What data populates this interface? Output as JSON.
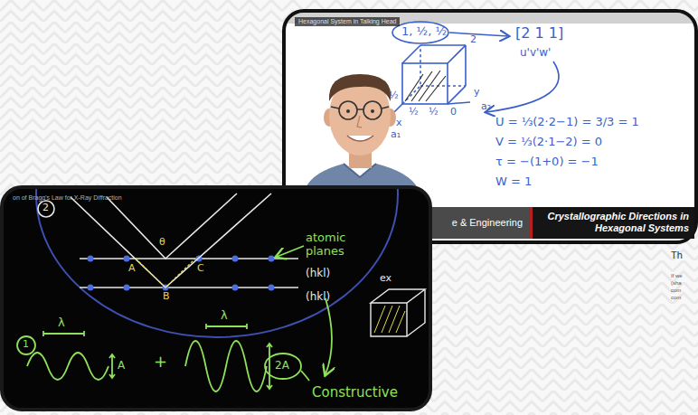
{
  "diagram": {
    "nodes": [
      {
        "text": [
          "Hexagonal System in Talking Head"
        ]
      },
      {
        "text": [
          "e & Engineering",
          "Crystallographic Directions in Hexagonal Systems"
        ],
        "in": 0
      },
      {
        "text": [
          "on of Bragg's Law for X-Ray Diffraction"
        ]
      }
    ],
    "labels": [
      "1, ½, ½",
      "2",
      "[2 1 1]",
      "u'v'w'",
      "½",
      "½",
      "½",
      "0",
      "x",
      "a₁",
      "y",
      "a₂",
      "U = ⅓(2·2−1) = 3/3 = 1",
      "V = ⅓(2·1−2) = 0",
      "τ = −(1+0) = −1",
      "W = 1",
      "2",
      "θ",
      "A",
      "B",
      "C",
      "atomic planes",
      "(hkl)",
      "(hkl)",
      "1",
      "λ",
      "A",
      "+",
      "λ",
      "2A",
      "Constructive",
      "ex",
      "Th",
      "If we",
      "(sha",
      "com",
      "com"
    ]
  }
}
